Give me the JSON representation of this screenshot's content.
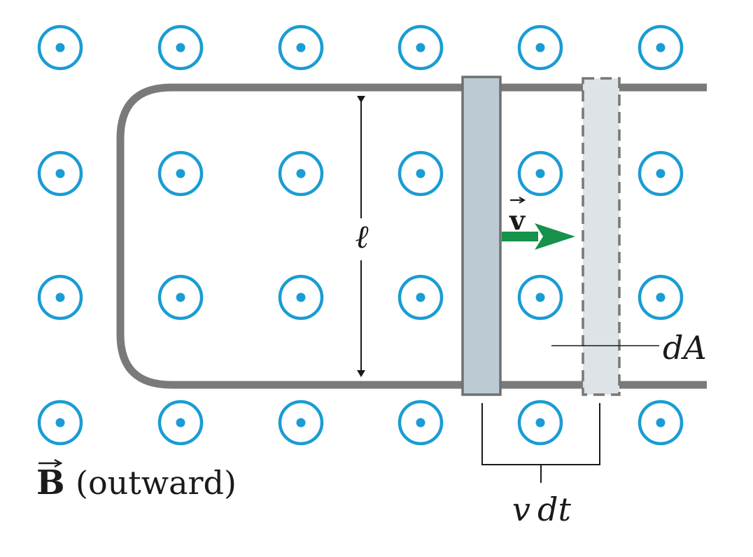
{
  "labels": {
    "velocity_symbol": "v",
    "length_symbol": "ℓ",
    "area_element": "dA",
    "field_symbol": "B",
    "field_direction": "(outward)",
    "displacement_v": "v",
    "displacement_dt": "dt"
  },
  "field": {
    "direction": "outward",
    "rows": 4,
    "columns": 6,
    "icon": "field-out-of-page-icon"
  },
  "colors": {
    "field_symbol": "#1a9cd4",
    "rails": "#7a7a7a",
    "rod": "#bccbd3",
    "rod_outline": "#707070",
    "ghost_rod": "#dde3e6",
    "velocity_arrow": "#16924a",
    "text": "#1a1a1a"
  }
}
